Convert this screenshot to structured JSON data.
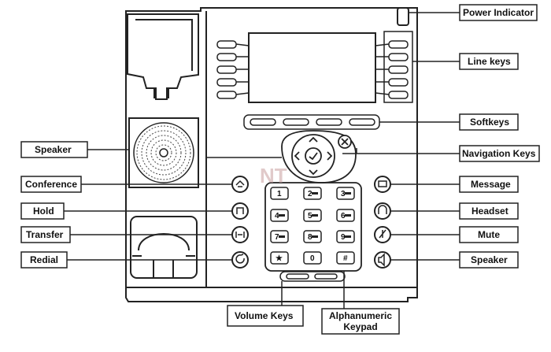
{
  "callouts": {
    "power_indicator": "Power Indicator",
    "line_keys": "Line keys",
    "softkeys": "Softkeys",
    "navigation_keys": "Navigation Keys",
    "message": "Message",
    "headset": "Headset",
    "mute": "Mute",
    "speaker_right": "Speaker",
    "speaker_left": "Speaker",
    "conference": "Conference",
    "hold": "Hold",
    "transfer": "Transfer",
    "redial": "Redial",
    "volume_keys": "Volume Keys",
    "alphanumeric_keypad": "Alphanumeric\nKeypad"
  },
  "keypad": {
    "k1": "1",
    "k2": "2",
    "k3": "3",
    "k4": "4",
    "k5": "5",
    "k6": "6",
    "k7": "7",
    "k8": "8",
    "k9": "9",
    "star": "★",
    "k0": "0",
    "hash": "#"
  },
  "watermark": "NT"
}
